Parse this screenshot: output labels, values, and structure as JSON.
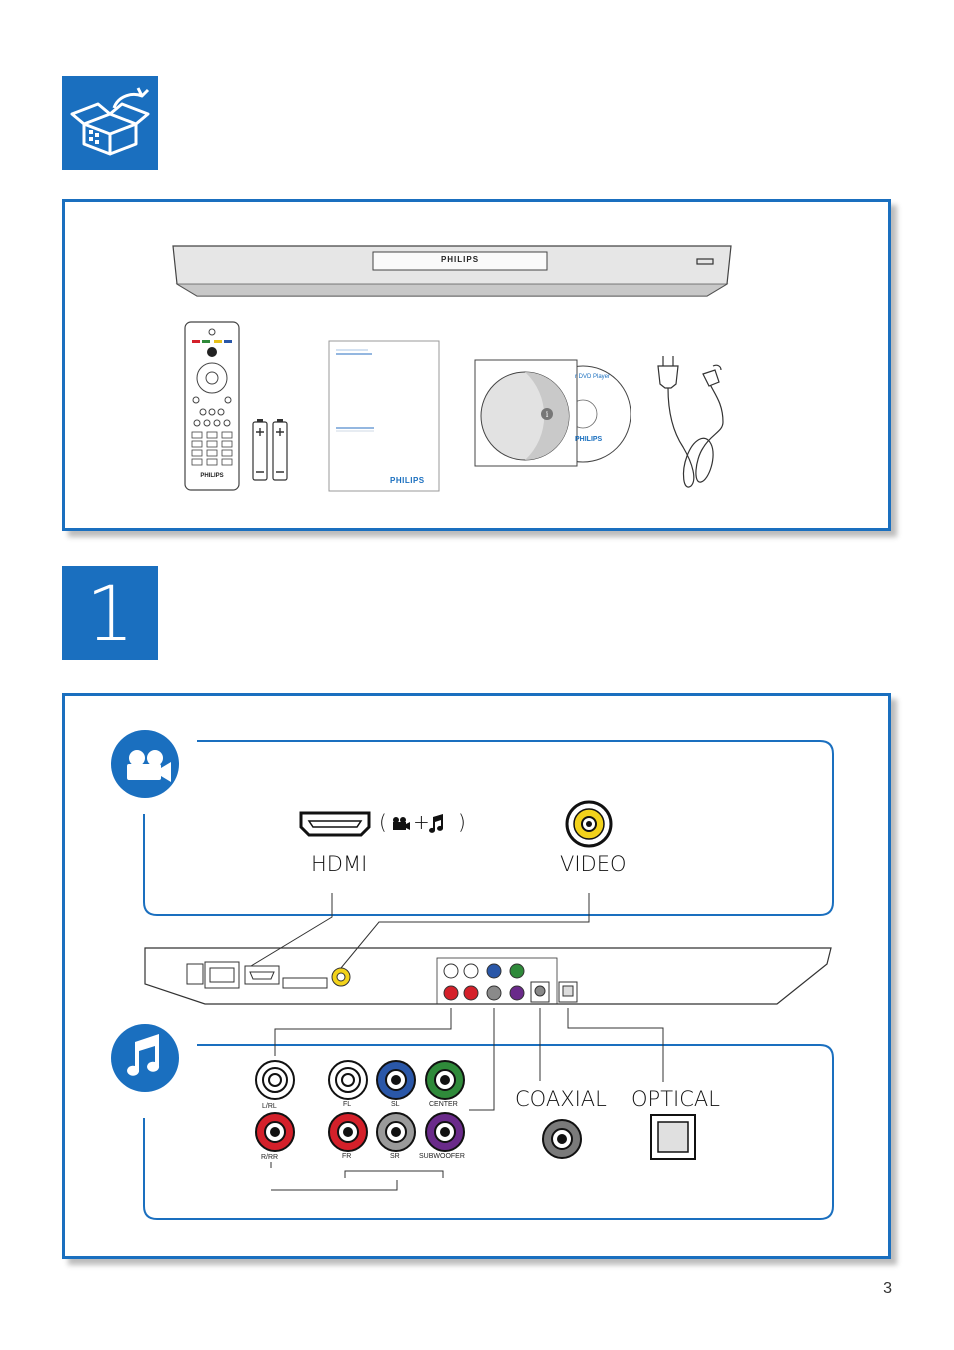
{
  "step": {
    "number": "1"
  },
  "player": {
    "brand": "PHILIPS"
  },
  "remote": {
    "brand": "PHILIPS"
  },
  "manual": {
    "brand": "PHILIPS"
  },
  "disc": {
    "sleeve_text": "r DVD Player",
    "brand": "PHILIPS"
  },
  "video_section": {
    "hdmi_label": "HDMI",
    "video_label": "VIDEO",
    "av_symbol_open": "(",
    "av_symbol_plus": "+",
    "av_symbol_close": ")"
  },
  "audio_section": {
    "coaxial_label": "COAXIAL",
    "optical_label": "OPTICAL",
    "jacks": {
      "lrl": "L/RL",
      "rrr": "R/RR",
      "fl": "FL",
      "fr": "FR",
      "sl": "SL",
      "sr": "SR",
      "center": "CENTER",
      "subwoofer": "SUBWOOFER"
    }
  },
  "colors": {
    "accent": "#1a6fbf",
    "video_yellow": "#f2d21b",
    "jack_red": "#d4202a",
    "jack_blue": "#2a57a8",
    "jack_green": "#2f8a3a",
    "jack_purple": "#6a2a8a",
    "jack_grey": "#8a8a8a"
  },
  "page_number": "3"
}
